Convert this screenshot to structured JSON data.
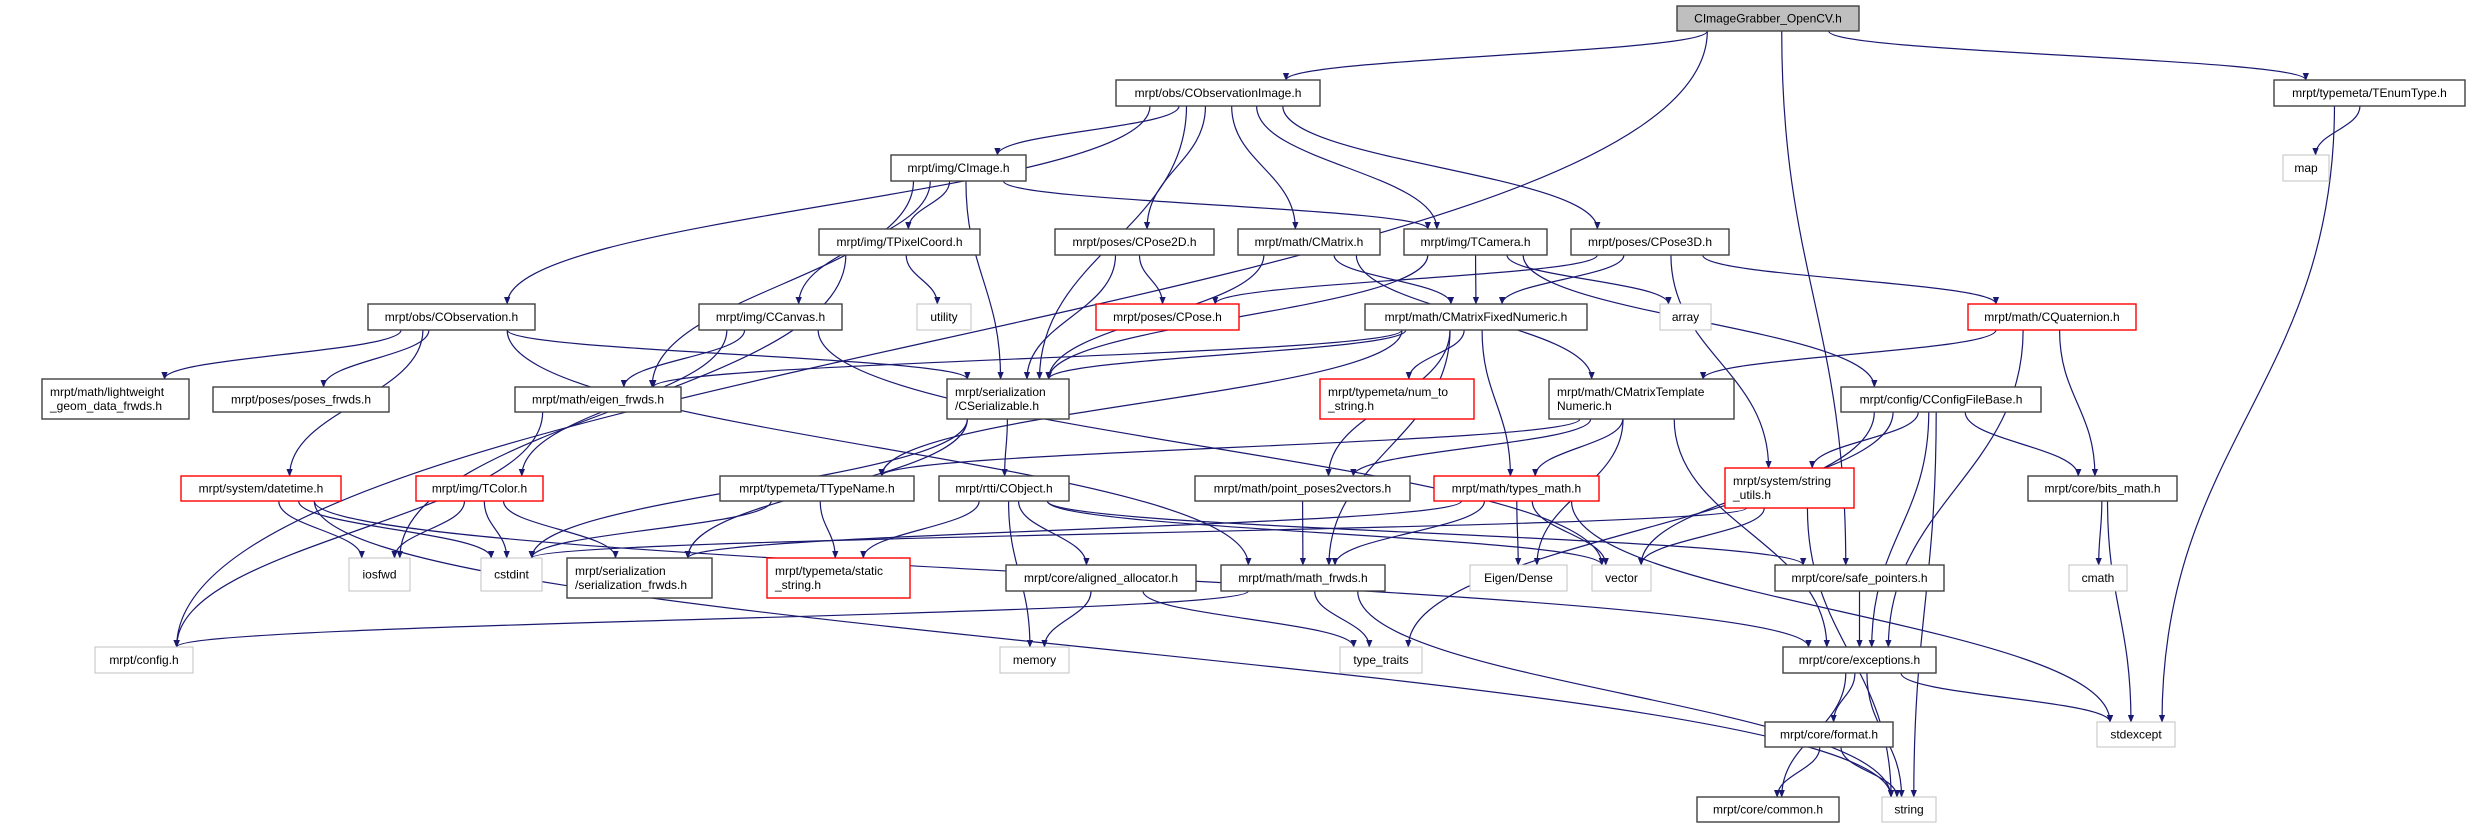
{
  "graph": {
    "title": "CImageGrabber_OpenCV.h",
    "colors": {
      "edge": "#191970",
      "root_fill": "#bfbfbf",
      "normal_border": "#404040",
      "missing_border": "#ff0000",
      "system_border": "#c0c0c0"
    },
    "nodes": [
      {
        "id": "root",
        "lines": [
          "CImageGrabber_OpenCV.h"
        ],
        "kind": "root"
      },
      {
        "id": "obsimg",
        "lines": [
          "mrpt/obs/CObservationImage.h"
        ],
        "kind": "normal"
      },
      {
        "id": "enumtype",
        "lines": [
          "mrpt/typemeta/TEnumType.h"
        ],
        "kind": "normal"
      },
      {
        "id": "map",
        "lines": [
          "map"
        ],
        "kind": "system"
      },
      {
        "id": "cimage",
        "lines": [
          "mrpt/img/CImage.h"
        ],
        "kind": "normal"
      },
      {
        "id": "pixelcoord",
        "lines": [
          "mrpt/img/TPixelCoord.h"
        ],
        "kind": "normal"
      },
      {
        "id": "cpose2d",
        "lines": [
          "mrpt/poses/CPose2D.h"
        ],
        "kind": "normal"
      },
      {
        "id": "cmatrix",
        "lines": [
          "mrpt/math/CMatrix.h"
        ],
        "kind": "normal"
      },
      {
        "id": "tcamera",
        "lines": [
          "mrpt/img/TCamera.h"
        ],
        "kind": "normal"
      },
      {
        "id": "cpose3d",
        "lines": [
          "mrpt/poses/CPose3D.h"
        ],
        "kind": "normal"
      },
      {
        "id": "cobservation",
        "lines": [
          "mrpt/obs/CObservation.h"
        ],
        "kind": "normal"
      },
      {
        "id": "ccanvas",
        "lines": [
          "mrpt/img/CCanvas.h"
        ],
        "kind": "normal"
      },
      {
        "id": "utility",
        "lines": [
          "utility"
        ],
        "kind": "system"
      },
      {
        "id": "cpose",
        "lines": [
          "mrpt/poses/CPose.h"
        ],
        "kind": "missing"
      },
      {
        "id": "cmfn",
        "lines": [
          "mrpt/math/CMatrixFixedNumeric.h"
        ],
        "kind": "normal"
      },
      {
        "id": "array",
        "lines": [
          "array"
        ],
        "kind": "system"
      },
      {
        "id": "cquat",
        "lines": [
          "mrpt/math/CQuaternion.h"
        ],
        "kind": "missing"
      },
      {
        "id": "lightweight",
        "lines": [
          "mrpt/math/lightweight",
          "_geom_data_frwds.h"
        ],
        "kind": "normal"
      },
      {
        "id": "posesfrwds",
        "lines": [
          "mrpt/poses/poses_frwds.h"
        ],
        "kind": "normal"
      },
      {
        "id": "eigenfrwds",
        "lines": [
          "mrpt/math/eigen_frwds.h"
        ],
        "kind": "normal"
      },
      {
        "id": "cserial",
        "lines": [
          "mrpt/serialization",
          "/CSerializable.h"
        ],
        "kind": "normal"
      },
      {
        "id": "numtostr",
        "lines": [
          "mrpt/typemeta/num_to",
          "_string.h"
        ],
        "kind": "missing"
      },
      {
        "id": "cmtn",
        "lines": [
          "mrpt/math/CMatrixTemplate",
          "Numeric.h"
        ],
        "kind": "normal"
      },
      {
        "id": "cconfig",
        "lines": [
          "mrpt/config/CConfigFileBase.h"
        ],
        "kind": "normal"
      },
      {
        "id": "datetime",
        "lines": [
          "mrpt/system/datetime.h"
        ],
        "kind": "missing"
      },
      {
        "id": "tcolor",
        "lines": [
          "mrpt/img/TColor.h"
        ],
        "kind": "missing"
      },
      {
        "id": "ttypename",
        "lines": [
          "mrpt/typemeta/TTypeName.h"
        ],
        "kind": "normal"
      },
      {
        "id": "cobject",
        "lines": [
          "mrpt/rtti/CObject.h"
        ],
        "kind": "normal"
      },
      {
        "id": "pp2v",
        "lines": [
          "mrpt/math/point_poses2vectors.h"
        ],
        "kind": "normal"
      },
      {
        "id": "typesmath",
        "lines": [
          "mrpt/math/types_math.h"
        ],
        "kind": "missing"
      },
      {
        "id": "strutils",
        "lines": [
          "mrpt/system/string",
          "_utils.h"
        ],
        "kind": "missing"
      },
      {
        "id": "bitsmath",
        "lines": [
          "mrpt/core/bits_math.h"
        ],
        "kind": "normal"
      },
      {
        "id": "iosfwd",
        "lines": [
          "iosfwd"
        ],
        "kind": "system"
      },
      {
        "id": "cstdint",
        "lines": [
          "cstdint"
        ],
        "kind": "system"
      },
      {
        "id": "serfrwds",
        "lines": [
          "mrpt/serialization",
          "/serialization_frwds.h"
        ],
        "kind": "normal"
      },
      {
        "id": "staticstr",
        "lines": [
          "mrpt/typemeta/static",
          "_string.h"
        ],
        "kind": "missing"
      },
      {
        "id": "alignedalloc",
        "lines": [
          "mrpt/core/aligned_allocator.h"
        ],
        "kind": "normal"
      },
      {
        "id": "mathfrwds",
        "lines": [
          "mrpt/math/math_frwds.h"
        ],
        "kind": "normal"
      },
      {
        "id": "eigendense",
        "lines": [
          "Eigen/Dense"
        ],
        "kind": "system"
      },
      {
        "id": "vector",
        "lines": [
          "vector"
        ],
        "kind": "system"
      },
      {
        "id": "safeptr",
        "lines": [
          "mrpt/core/safe_pointers.h"
        ],
        "kind": "normal"
      },
      {
        "id": "cmath",
        "lines": [
          "cmath"
        ],
        "kind": "system"
      },
      {
        "id": "config",
        "lines": [
          "mrpt/config.h"
        ],
        "kind": "system"
      },
      {
        "id": "memory",
        "lines": [
          "memory"
        ],
        "kind": "system"
      },
      {
        "id": "typetraits",
        "lines": [
          "type_traits"
        ],
        "kind": "system"
      },
      {
        "id": "exceptions",
        "lines": [
          "mrpt/core/exceptions.h"
        ],
        "kind": "normal"
      },
      {
        "id": "format",
        "lines": [
          "mrpt/core/format.h"
        ],
        "kind": "normal"
      },
      {
        "id": "stdexcept",
        "lines": [
          "stdexcept"
        ],
        "kind": "system"
      },
      {
        "id": "common",
        "lines": [
          "mrpt/core/common.h"
        ],
        "kind": "normal"
      },
      {
        "id": "string",
        "lines": [
          "string"
        ],
        "kind": "system"
      }
    ],
    "edges": [
      [
        "root",
        "config"
      ],
      [
        "root",
        "obsimg"
      ],
      [
        "root",
        "enumtype"
      ],
      [
        "root",
        "safeptr"
      ],
      [
        "enumtype",
        "map"
      ],
      [
        "enumtype",
        "stdexcept"
      ],
      [
        "obsimg",
        "cobservation"
      ],
      [
        "obsimg",
        "cserial"
      ],
      [
        "obsimg",
        "cimage"
      ],
      [
        "obsimg",
        "cpose2d"
      ],
      [
        "obsimg",
        "cmatrix"
      ],
      [
        "obsimg",
        "tcamera"
      ],
      [
        "obsimg",
        "cpose3d"
      ],
      [
        "cimage",
        "eigenfrwds"
      ],
      [
        "cimage",
        "ccanvas"
      ],
      [
        "cimage",
        "pixelcoord"
      ],
      [
        "cimage",
        "cserial"
      ],
      [
        "cimage",
        "tcamera"
      ],
      [
        "cobservation",
        "lightweight"
      ],
      [
        "cobservation",
        "posesfrwds"
      ],
      [
        "cobservation",
        "datetime"
      ],
      [
        "cobservation",
        "cserial"
      ],
      [
        "cobservation",
        "mathfrwds"
      ],
      [
        "pixelcoord",
        "utility"
      ],
      [
        "pixelcoord",
        "iosfwd"
      ],
      [
        "ccanvas",
        "eigenfrwds"
      ],
      [
        "ccanvas",
        "tcolor"
      ],
      [
        "ccanvas",
        "vector"
      ],
      [
        "cpose2d",
        "cpose"
      ],
      [
        "cpose2d",
        "cserial"
      ],
      [
        "cmatrix",
        "cserial"
      ],
      [
        "cmatrix",
        "cmfn"
      ],
      [
        "cmatrix",
        "cmtn"
      ],
      [
        "tcamera",
        "cserial"
      ],
      [
        "tcamera",
        "cmfn"
      ],
      [
        "tcamera",
        "array"
      ],
      [
        "tcamera",
        "cconfig"
      ],
      [
        "cpose3d",
        "cpose"
      ],
      [
        "cpose3d",
        "cmfn"
      ],
      [
        "cpose3d",
        "cquat"
      ],
      [
        "cpose3d",
        "strutils"
      ],
      [
        "cmfn",
        "eigenfrwds"
      ],
      [
        "cmfn",
        "cserial"
      ],
      [
        "cmfn",
        "numtostr"
      ],
      [
        "cmfn",
        "typesmath"
      ],
      [
        "cmfn",
        "pp2v"
      ],
      [
        "cmfn",
        "mathfrwds"
      ],
      [
        "cmfn",
        "ttypename"
      ],
      [
        "cquat",
        "cmtn"
      ],
      [
        "cquat",
        "bitsmath"
      ],
      [
        "cquat",
        "exceptions"
      ],
      [
        "cmtn",
        "ttypename"
      ],
      [
        "cmtn",
        "pp2v"
      ],
      [
        "cmtn",
        "typesmath"
      ],
      [
        "cmtn",
        "eigendense"
      ],
      [
        "cmtn",
        "exceptions"
      ],
      [
        "cconfig",
        "strutils"
      ],
      [
        "cconfig",
        "vector"
      ],
      [
        "cconfig",
        "typetraits"
      ],
      [
        "cconfig",
        "exceptions"
      ],
      [
        "cconfig",
        "bitsmath"
      ],
      [
        "cconfig",
        "string"
      ],
      [
        "cserial",
        "cobject"
      ],
      [
        "cserial",
        "cstdint"
      ],
      [
        "cserial",
        "serfrwds"
      ],
      [
        "eigenfrwds",
        "config"
      ],
      [
        "datetime",
        "iosfwd"
      ],
      [
        "datetime",
        "cstdint"
      ],
      [
        "datetime",
        "string"
      ],
      [
        "datetime",
        "exceptions"
      ],
      [
        "tcolor",
        "iosfwd"
      ],
      [
        "tcolor",
        "cstdint"
      ],
      [
        "tcolor",
        "serfrwds"
      ],
      [
        "ttypename",
        "cstdint"
      ],
      [
        "ttypename",
        "staticstr"
      ],
      [
        "cobject",
        "staticstr"
      ],
      [
        "cobject",
        "memory"
      ],
      [
        "cobject",
        "alignedalloc"
      ],
      [
        "cobject",
        "safeptr"
      ],
      [
        "cobject",
        "vector"
      ],
      [
        "strutils",
        "cstdint"
      ],
      [
        "strutils",
        "vector"
      ],
      [
        "strutils",
        "string"
      ],
      [
        "pp2v",
        "mathfrwds"
      ],
      [
        "typesmath",
        "mathfrwds"
      ],
      [
        "typesmath",
        "eigendense"
      ],
      [
        "typesmath",
        "vector"
      ],
      [
        "typesmath",
        "serfrwds"
      ],
      [
        "typesmath",
        "stdexcept"
      ],
      [
        "alignedalloc",
        "memory"
      ],
      [
        "alignedalloc",
        "typetraits"
      ],
      [
        "mathfrwds",
        "config"
      ],
      [
        "mathfrwds",
        "typetraits"
      ],
      [
        "mathfrwds",
        "string"
      ],
      [
        "bitsmath",
        "cmath"
      ],
      [
        "bitsmath",
        "stdexcept"
      ],
      [
        "safeptr",
        "exceptions"
      ],
      [
        "exceptions",
        "format"
      ],
      [
        "exceptions",
        "common"
      ],
      [
        "exceptions",
        "string"
      ],
      [
        "exceptions",
        "stdexcept"
      ],
      [
        "format",
        "common"
      ],
      [
        "format",
        "string"
      ]
    ]
  }
}
